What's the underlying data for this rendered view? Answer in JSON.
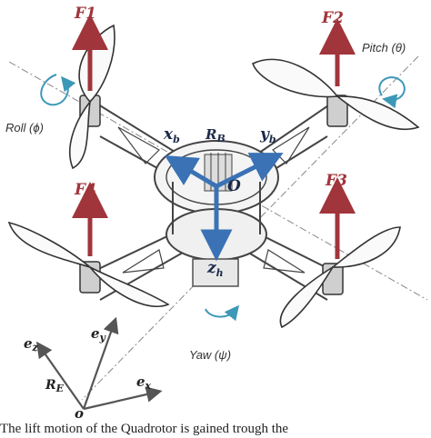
{
  "forces": {
    "f1": "F1",
    "f2": "F2",
    "f3": "F3",
    "f4": "F4"
  },
  "body_frame": {
    "name": "R",
    "sub": "B",
    "x": "x",
    "x_sub": "b",
    "y": "y",
    "y_sub": "b",
    "z": "z",
    "z_sub": "h",
    "origin": "O"
  },
  "earth_frame": {
    "name": "R",
    "sub": "E",
    "x": "e",
    "x_sub": "x",
    "y": "e",
    "y_sub": "y",
    "z": "e",
    "z_sub": "z",
    "origin": "o"
  },
  "rotations": {
    "pitch": "Pitch (θ)",
    "roll": "Roll (ϕ)",
    "yaw": "Yaw (ψ)"
  },
  "caption": "The lift motion of the Quadrotor is gained trough the",
  "colors": {
    "force_arrow": "#a0353b",
    "body_axis": "#3a72b5",
    "rotation_arrow": "#3d98b8",
    "frame": "#555555"
  }
}
